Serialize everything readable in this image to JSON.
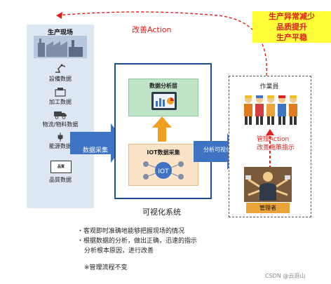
{
  "left_panel": {
    "title": "生产现场",
    "items": [
      "設備数据",
      "加工数据",
      "物流/物料数据",
      "能源数据",
      "品質数据"
    ],
    "badge_text": "品質"
  },
  "arrows": {
    "collect": "数据采集",
    "visualize": "分析可视化",
    "kaizen_action": "改善Action"
  },
  "middle": {
    "analysis_layer": "数据分析层",
    "iot_collect": "IOT数据采集",
    "system_label": "可视化系统"
  },
  "right_panel": {
    "workers_title": "作業員",
    "manager_label": "管理者",
    "manager_action_line1": "管理Action",
    "manager_action_line2": "改善施策指示"
  },
  "results": [
    "生产异常减少",
    "品质提升",
    "生产平稳"
  ],
  "bullets": {
    "b1": "・客观即时准确地能够把握现场的情况",
    "b2": "・根据数据的分析，做出正确，迅速的指示",
    "b2_cont": "分析根本原因，进行改善",
    "note": "※管理流程不变"
  },
  "watermark": "CSDN @云逛山",
  "colors": {
    "arrow_blue": "#3e73c4",
    "box_border": "#1f4e91",
    "red": "#e0211b",
    "highlight": "#ffff3a",
    "orange_arrow": "#f0a020",
    "manager_badge": "#e9a33a"
  }
}
